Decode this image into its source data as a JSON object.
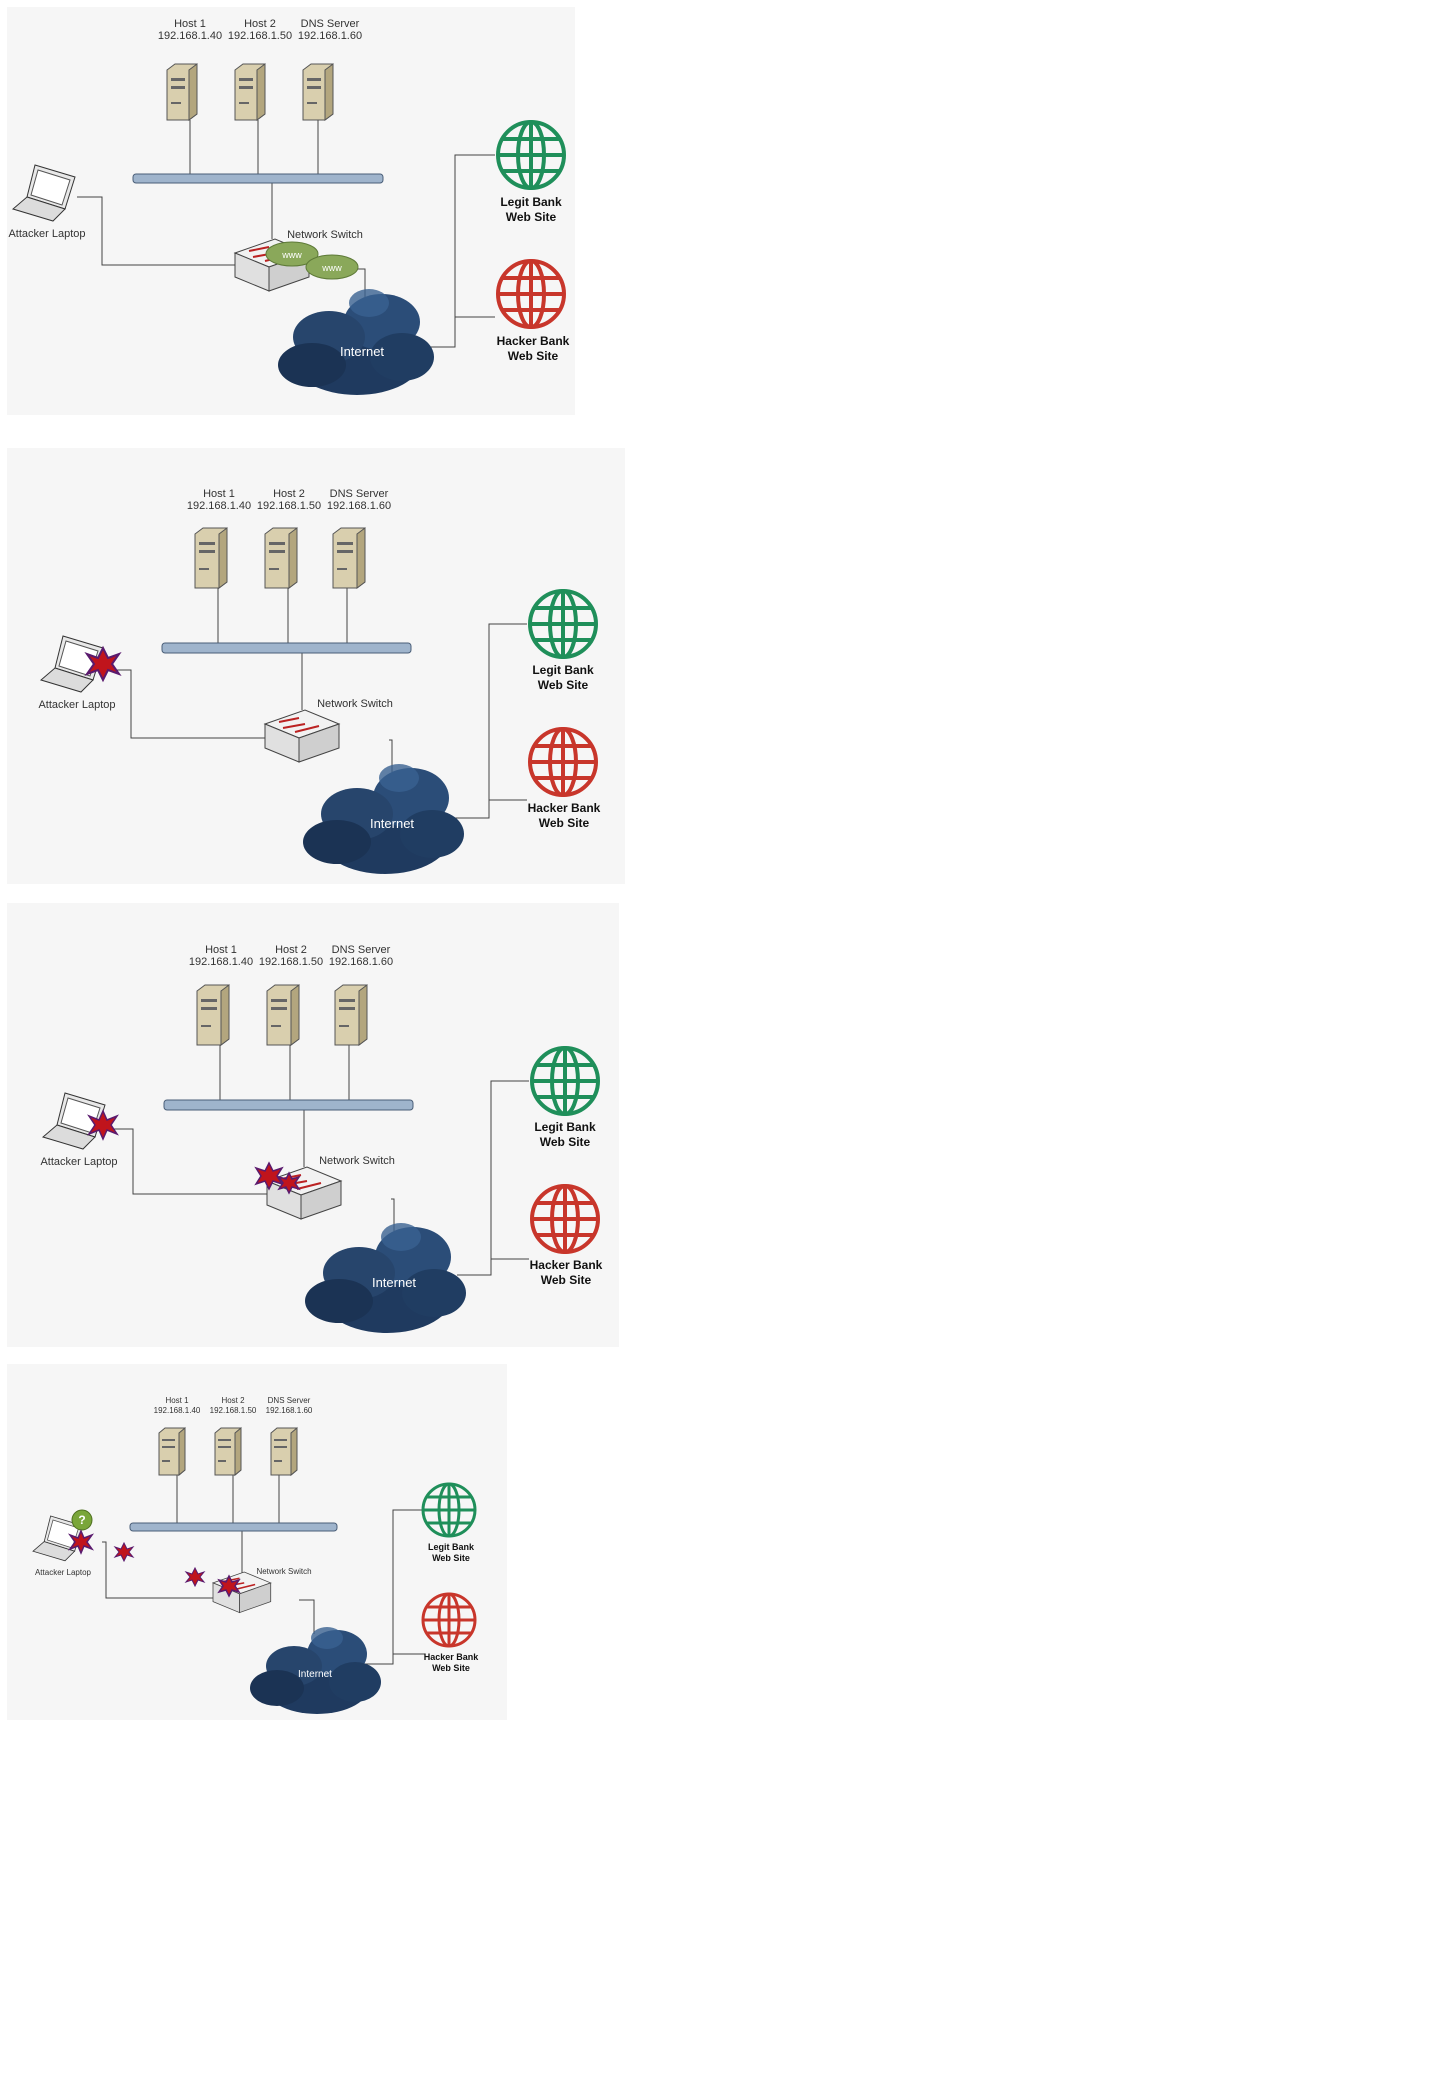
{
  "diagrams": [
    {
      "hosts": [
        {
          "name": "Host 1",
          "ip": "192.168.1.40"
        },
        {
          "name": "Host 2",
          "ip": "192.168.1.50"
        },
        {
          "name": "DNS Server",
          "ip": "192.168.1.60"
        }
      ],
      "attacker_label": "Attacker Laptop",
      "switch_label": "Network Switch",
      "internet_label": "Internet",
      "legit_site": [
        "Legit Bank",
        "Web Site"
      ],
      "hacker_site": [
        "Hacker Bank",
        "Web Site"
      ],
      "www_label": "www",
      "attack_state": "none"
    },
    {
      "hosts": [
        {
          "name": "Host 1",
          "ip": "192.168.1.40"
        },
        {
          "name": "Host 2",
          "ip": "192.168.1.50"
        },
        {
          "name": "DNS Server",
          "ip": "192.168.1.60"
        }
      ],
      "attacker_label": "Attacker Laptop",
      "switch_label": "Network Switch",
      "internet_label": "Internet",
      "legit_site": [
        "Legit Bank",
        "Web Site"
      ],
      "hacker_site": [
        "Hacker Bank",
        "Web Site"
      ],
      "attack_state": "laptop"
    },
    {
      "hosts": [
        {
          "name": "Host 1",
          "ip": "192.168.1.40"
        },
        {
          "name": "Host 2",
          "ip": "192.168.1.50"
        },
        {
          "name": "DNS Server",
          "ip": "192.168.1.60"
        }
      ],
      "attacker_label": "Attacker Laptop",
      "switch_label": "Network Switch",
      "internet_label": "Internet",
      "legit_site": [
        "Legit Bank",
        "Web Site"
      ],
      "hacker_site": [
        "Hacker Bank",
        "Web Site"
      ],
      "attack_state": "switch"
    },
    {
      "hosts": [
        {
          "name": "Host 1",
          "ip": "192.168.1.40"
        },
        {
          "name": "Host 2",
          "ip": "192.168.1.50"
        },
        {
          "name": "DNS Server",
          "ip": "192.168.1.60"
        }
      ],
      "attacker_label": "Attacker Laptop",
      "switch_label": "Network Switch",
      "internet_label": "Internet",
      "legit_site": [
        "Legit Bank",
        "Web Site"
      ],
      "hacker_site": [
        "Hacker Bank",
        "Web Site"
      ],
      "question_mark": "?",
      "attack_state": "flood"
    }
  ],
  "colors": {
    "legit_globe": "#1f8f5a",
    "hacker_globe": "#c8362b",
    "bus": "#9fb4cc",
    "cloud": "#1f3a5f",
    "burst": "#c0141c",
    "www_bubble": "#8aa85a",
    "question_badge": "#7aa63a"
  }
}
